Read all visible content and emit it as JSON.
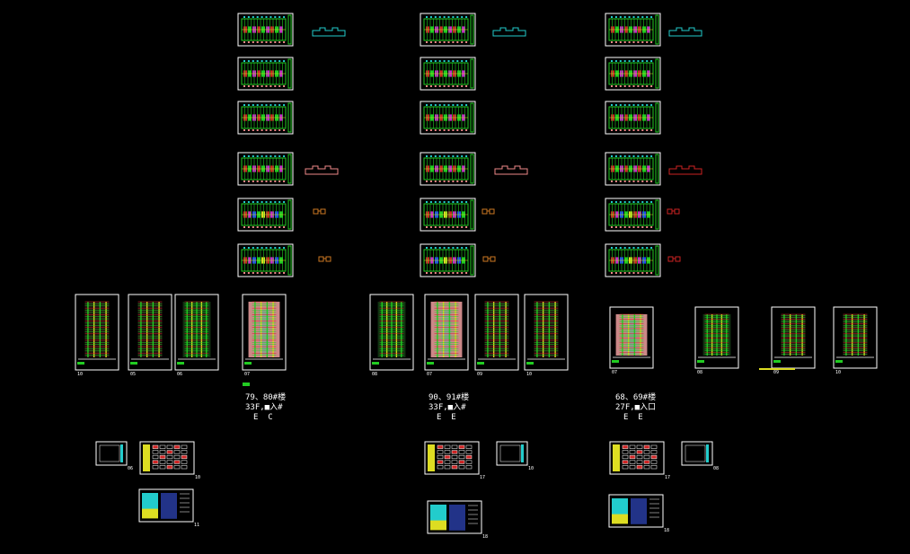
{
  "view": {
    "background": "#000000",
    "colors": {
      "frame": "#ffffff",
      "green": "#22cc22",
      "red": "#cc2222",
      "magenta": "#cc22cc",
      "yellow": "#dddd22",
      "cyan": "#22cccc",
      "blue": "#2244ff",
      "pink": "#ee8888",
      "orange": "#cc7722"
    }
  },
  "buildings": [
    {
      "id": "b79",
      "line1": "79、80#楼",
      "line2": "33F,■入#",
      "line3": "E  C"
    },
    {
      "id": "b90",
      "line1": "90、91#楼",
      "line2": "33F,■入#",
      "line3": "E  E"
    },
    {
      "id": "b68",
      "line1": "68、69#楼",
      "line2": "27F,■入口",
      "line3": "E  E"
    }
  ],
  "sheet_numbers": {
    "elev_a": [
      "10",
      "05",
      "06",
      "07"
    ],
    "elev_b": [
      "08",
      "07",
      "09",
      "10"
    ],
    "elev_c": [
      "07",
      "08",
      "09",
      "10"
    ],
    "detail_a": [
      "06",
      "10",
      "11"
    ],
    "detail_b": [
      "17",
      "10",
      "18"
    ],
    "detail_c": [
      "17",
      "08",
      "18"
    ]
  }
}
